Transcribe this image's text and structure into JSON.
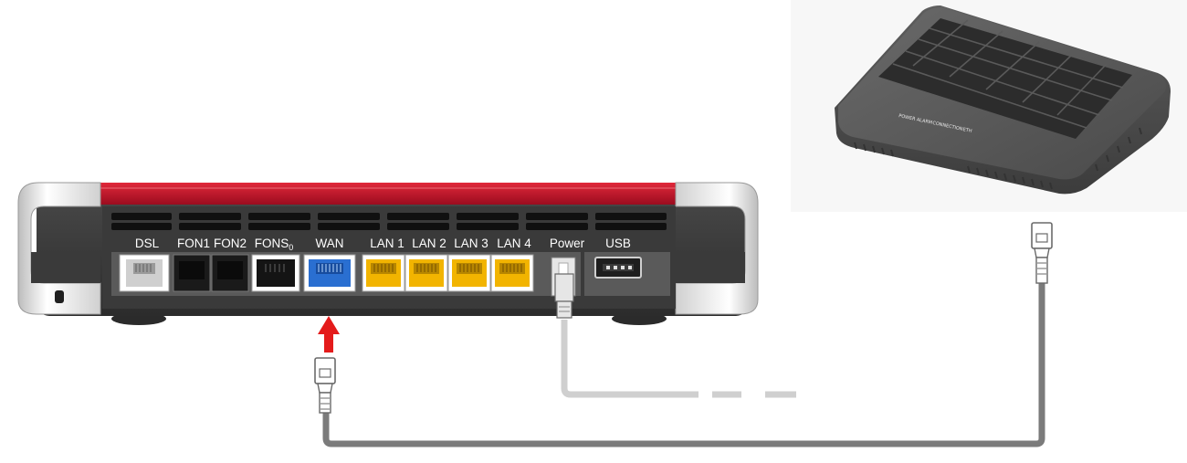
{
  "router": {
    "ports": [
      {
        "id": "dsl",
        "label": "DSL",
        "color": "#d9d9d9"
      },
      {
        "id": "fon1",
        "label": "FON1",
        "color": "#111111"
      },
      {
        "id": "fon2",
        "label": "FON2",
        "color": "#111111"
      },
      {
        "id": "fons0",
        "label": "FONS",
        "sub": "0",
        "color": "#111111"
      },
      {
        "id": "wan",
        "label": "WAN",
        "color": "#2a6fd1"
      },
      {
        "id": "lan1",
        "label": "LAN 1",
        "color": "#f2b400"
      },
      {
        "id": "lan2",
        "label": "LAN 2",
        "color": "#f2b400"
      },
      {
        "id": "lan3",
        "label": "LAN 3",
        "color": "#f2b400"
      },
      {
        "id": "lan4",
        "label": "LAN 4",
        "color": "#f2b400"
      },
      {
        "id": "power",
        "label": "Power",
        "color": "#e6e6e6"
      },
      {
        "id": "usb",
        "label": "USB",
        "color": "#2b2b2b"
      }
    ]
  },
  "modem": {
    "indicators": [
      "POWER",
      "ALARM",
      "CONNECTION",
      "ETH"
    ]
  },
  "colors": {
    "router_red": "#c8102e",
    "router_body": "#3a3a3a",
    "arrow": "#e41b1b",
    "cable_dark": "#7b7b7b",
    "cable_light": "#cfcfcf",
    "modem_body": "#5a5a5a"
  }
}
